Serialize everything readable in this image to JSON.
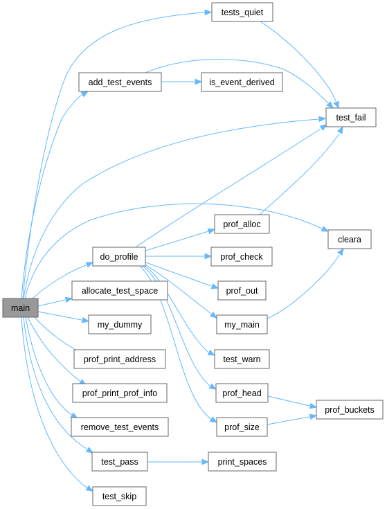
{
  "colors": {
    "edge": "#63b8ff",
    "node_border": "#666666",
    "node_fill": "#ffffff",
    "root_fill": "#999999"
  },
  "nodes": {
    "main": "main",
    "tests_quiet": "tests_quiet",
    "add_test_events": "add_test_events",
    "is_event_derived": "is_event_derived",
    "test_fail": "test_fail",
    "prof_alloc": "prof_alloc",
    "cleara": "cleara",
    "do_profile": "do_profile",
    "prof_check": "prof_check",
    "allocate_test_space": "allocate_test_space",
    "prof_out": "prof_out",
    "my_dummy": "my_dummy",
    "my_main": "my_main",
    "prof_print_address": "prof_print_address",
    "test_warn": "test_warn",
    "prof_print_prof_info": "prof_print_prof_info",
    "prof_head": "prof_head",
    "prof_buckets": "prof_buckets",
    "remove_test_events": "remove_test_events",
    "prof_size": "prof_size",
    "test_pass": "test_pass",
    "print_spaces": "print_spaces",
    "test_skip": "test_skip"
  },
  "edges": [
    [
      "main",
      "tests_quiet"
    ],
    [
      "main",
      "add_test_events"
    ],
    [
      "main",
      "test_fail"
    ],
    [
      "main",
      "cleara"
    ],
    [
      "main",
      "do_profile"
    ],
    [
      "main",
      "allocate_test_space"
    ],
    [
      "main",
      "my_dummy"
    ],
    [
      "main",
      "prof_print_address"
    ],
    [
      "main",
      "prof_print_prof_info"
    ],
    [
      "main",
      "remove_test_events"
    ],
    [
      "main",
      "test_pass"
    ],
    [
      "main",
      "test_skip"
    ],
    [
      "tests_quiet",
      "test_fail"
    ],
    [
      "add_test_events",
      "is_event_derived"
    ],
    [
      "add_test_events",
      "test_fail"
    ],
    [
      "do_profile",
      "test_fail"
    ],
    [
      "do_profile",
      "prof_alloc"
    ],
    [
      "do_profile",
      "prof_check"
    ],
    [
      "do_profile",
      "prof_out"
    ],
    [
      "do_profile",
      "my_main"
    ],
    [
      "do_profile",
      "test_warn"
    ],
    [
      "do_profile",
      "prof_head"
    ],
    [
      "do_profile",
      "prof_size"
    ],
    [
      "prof_alloc",
      "test_fail"
    ],
    [
      "my_main",
      "cleara"
    ],
    [
      "prof_head",
      "prof_buckets"
    ],
    [
      "prof_size",
      "prof_buckets"
    ],
    [
      "test_pass",
      "print_spaces"
    ]
  ]
}
